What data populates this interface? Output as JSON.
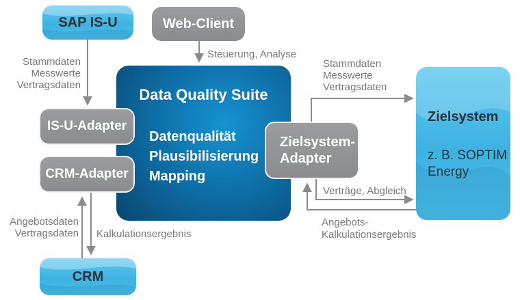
{
  "colors": {
    "cyan_box": "#41b6e4",
    "gray_box": "#8f9194",
    "dqs_center": "#1693d1",
    "dqs_edge": "#07476f",
    "arrow": "#8a8b8d",
    "edge_label_text": "#77787a",
    "box_dark_text": "#2b3137",
    "box_white_text": "#ffffff"
  },
  "nodes": {
    "sap_isu": {
      "label": "SAP IS-U"
    },
    "web_client": {
      "label": "Web-Client"
    },
    "isu_adapter": {
      "label": "IS-U-Adapter"
    },
    "crm_adapter": {
      "label": "CRM-Adapter"
    },
    "crm": {
      "label": "CRM"
    },
    "dqs": {
      "title": "Data Quality Suite",
      "features": [
        "Datenqualität",
        "Plausibilisierung",
        "Mapping"
      ]
    },
    "zielsystem_adapter": {
      "lines": [
        "Zielsystem-",
        "Adapter"
      ]
    },
    "zielsystem": {
      "title": "Zielsystem",
      "subtitle_lines": [
        "z. B. SOPTIM",
        "Energy"
      ]
    }
  },
  "edges": {
    "sap_to_isu_adapter": {
      "lines": [
        "Stammdaten",
        "Messwerte",
        "Vertragsdaten"
      ]
    },
    "web_to_dqs": {
      "label": "Steuerung, Analyse"
    },
    "crm_to_crm_adapter": {
      "lines": [
        "Angebotsdaten",
        "Vertragsdaten"
      ]
    },
    "crm_adapter_to_crm": {
      "label": "Kalkulationsergebnis"
    },
    "adapter_to_zielsystem_top": {
      "lines": [
        "Stammdaten",
        "Messwerte",
        "Vertragsdaten"
      ]
    },
    "adapter_to_zielsystem_bottom": {
      "label": "Verträge, Abgleich"
    },
    "zielsystem_to_adapter": {
      "lines": [
        "Angebots-",
        "Kalkulationsergebnis"
      ]
    }
  }
}
